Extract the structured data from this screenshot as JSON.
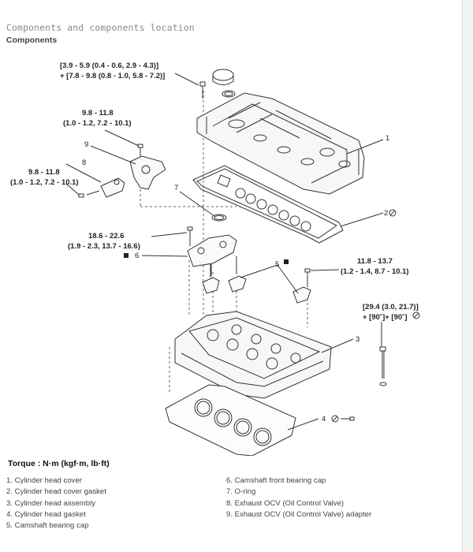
{
  "header": {
    "section_title": "Components and components location",
    "sub_title": "Components"
  },
  "callouts": {
    "bolt_cover": [
      "[3.9 - 5.9 (0.4 - 0.6, 2.9 - 4.3)]",
      "+ [7.8 - 9.8 (0.8 - 1.0, 5.8 - 7.2)]"
    ],
    "adapter_bolt": [
      "9.8 - 11.8",
      "(1.0 - 1.2, 7.2 - 10.1)"
    ],
    "ocv_bolt": [
      "9.8 - 11.8",
      "(1.0 - 1.2, 7.2 - 10.1)"
    ],
    "front_cap_bolt": [
      "18.6 - 22.6",
      "(1.9 - 2.3, 13.7 - 16.6)"
    ],
    "bearing_cap_bolt": [
      "11.8 - 13.7",
      "(1.2 - 1.4, 8.7 - 10.1)"
    ],
    "head_bolt": [
      "[29.4 (3.0, 21.7)]",
      "+ [90˚]+ [90˚]"
    ]
  },
  "numbers": {
    "n1": "1",
    "n2": "2",
    "n3": "3",
    "n4": "4",
    "n5": "5",
    "n6": "6",
    "n7": "7",
    "n8": "8",
    "n9": "9"
  },
  "torque_label": "Torque : N·m (kgf·m, lb·ft)",
  "legend_left": [
    "1. Cylinder head cover",
    "2. Cylinder head cover gasket",
    "3. Cylinder head assembly",
    "4. Cylinder head gasket",
    "5. Camshaft bearing cap"
  ],
  "legend_right": [
    "6. Camshaft front bearing cap",
    "7. O-ring",
    "8. Exhaust OCV (Oil Control Valve)",
    "9. Exhaust OCV (Oil Control Valve) adapter"
  ]
}
